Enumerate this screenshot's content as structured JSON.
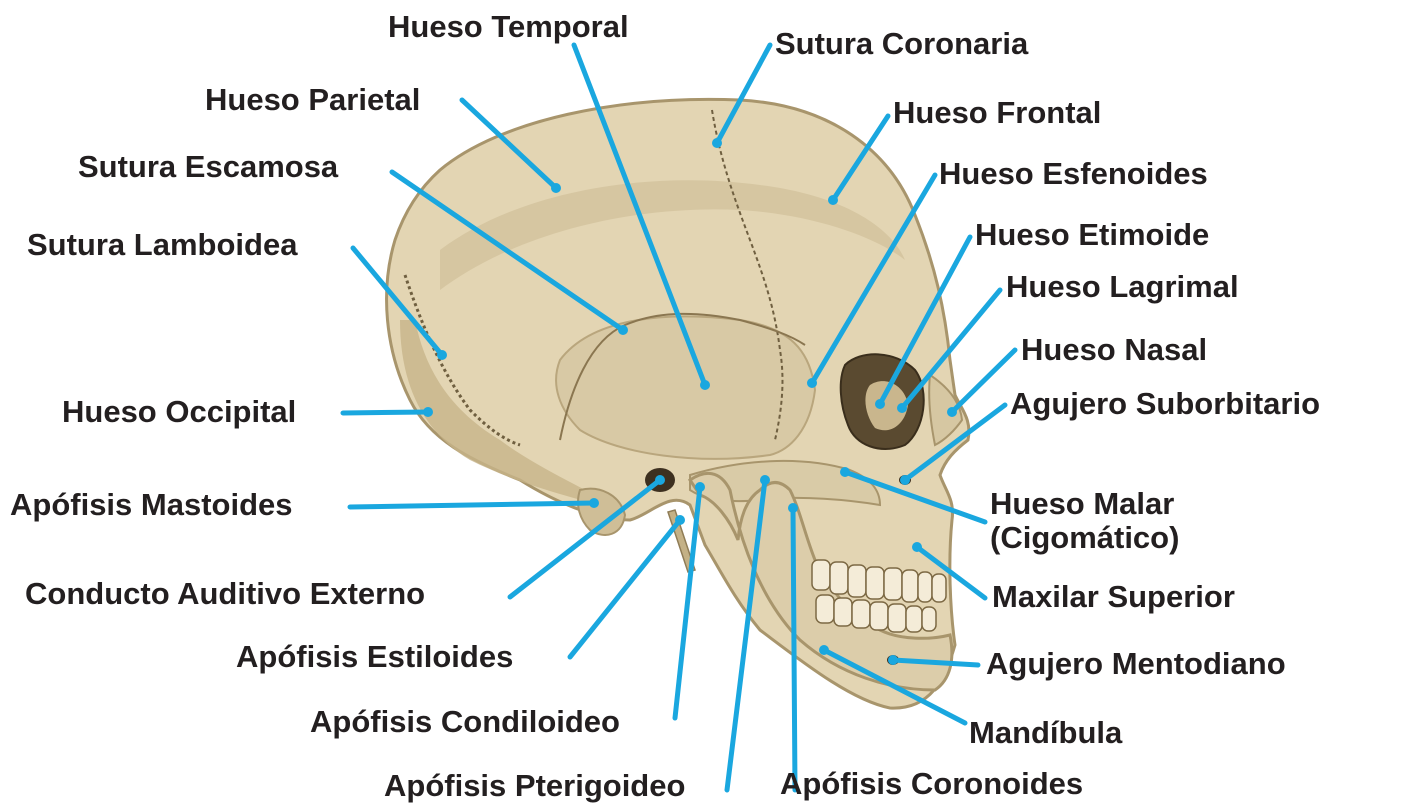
{
  "colors": {
    "bone": "#e3d5b3",
    "bone_shade": "#cbb991",
    "bone_dark": "#a8956c",
    "leader_line": "#1aa7df",
    "text": "#231f20"
  },
  "labels": {
    "hueso_temporal": "Hueso Temporal",
    "sutura_coronaria": "Sutura Coronaria",
    "hueso_parietal": "Hueso Parietal",
    "hueso_frontal": "Hueso Frontal",
    "sutura_escamosa": "Sutura Escamosa",
    "hueso_esfenoides": "Hueso Esfenoides",
    "sutura_lamboidea": "Sutura Lamboidea",
    "hueso_etimoide": "Hueso Etimoide",
    "hueso_lagrimal": "Hueso Lagrimal",
    "hueso_nasal": "Hueso Nasal",
    "hueso_occipital": "Hueso Occipital",
    "agujero_suborbitario": "Agujero Suborbitario",
    "apofisis_mastoides": "Apófisis Mastoides",
    "hueso_malar": "Hueso Malar\n(Cigomático)",
    "conducto_auditivo": "Conducto Auditivo Externo",
    "maxilar_superior": "Maxilar Superior",
    "apofisis_estiloides": "Apófisis Estiloides",
    "agujero_mentodiano": "Agujero Mentodiano",
    "apofisis_condiloideo": "Apófisis Condiloideo",
    "mandibula": "Mandíbula",
    "apofisis_pterigoideo": "Apófisis Pterigoideo",
    "apofisis_coronoides": "Apófisis Coronoides"
  }
}
